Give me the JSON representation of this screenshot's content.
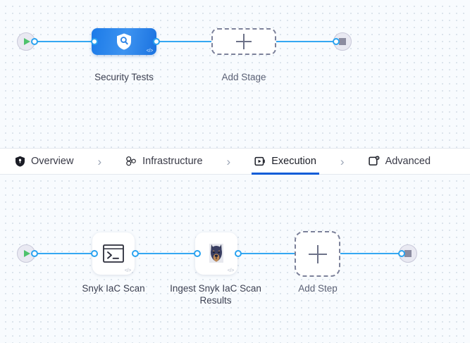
{
  "theme": {
    "canvas_bg": "#f8fbfe",
    "grid_dot": "#d3dce6",
    "edge_color": "#34a7f2",
    "port_color": "#2aa3f0",
    "active_tab_underline": "#0b5cd8",
    "stage_node_blue": "#1b7ae8",
    "start_play_green": "#4ec26c",
    "stop_square_gray": "#8c8ca0",
    "dashed_border": "#7c819a"
  },
  "tabs": [
    {
      "id": "overview",
      "label": "Overview",
      "icon": "shield-icon",
      "active": false
    },
    {
      "id": "infrastructure",
      "label": "Infrastructure",
      "icon": "node-cluster-icon",
      "active": false
    },
    {
      "id": "execution",
      "label": "Execution",
      "icon": "run-play-box-icon",
      "active": true
    },
    {
      "id": "advanced",
      "label": "Advanced",
      "icon": "card-gear-icon",
      "active": false
    }
  ],
  "tab_separator": "›",
  "stage_graph": {
    "start_node": {
      "name": "pipeline-start",
      "icon": "play-icon"
    },
    "end_node": {
      "name": "pipeline-end",
      "icon": "stop-icon"
    },
    "stages": [
      {
        "id": "security-tests",
        "label": "Security Tests",
        "icon": "shield-search-icon",
        "badge": "</>"
      }
    ],
    "add_stage": {
      "label": "Add Stage",
      "icon": "plus-icon"
    }
  },
  "step_graph": {
    "start_node": {
      "name": "execution-start",
      "icon": "play-icon"
    },
    "end_node": {
      "name": "execution-end",
      "icon": "stop-icon"
    },
    "steps": [
      {
        "id": "snyk-iac-scan",
        "label": "Snyk IaC Scan",
        "icon": "terminal-icon",
        "badge": "</>"
      },
      {
        "id": "ingest-results",
        "label": "Ingest Snyk IaC Scan Results",
        "icon": "snyk-dog-icon",
        "badge": "</>"
      }
    ],
    "add_step": {
      "label": "Add Step",
      "icon": "plus-icon"
    }
  }
}
